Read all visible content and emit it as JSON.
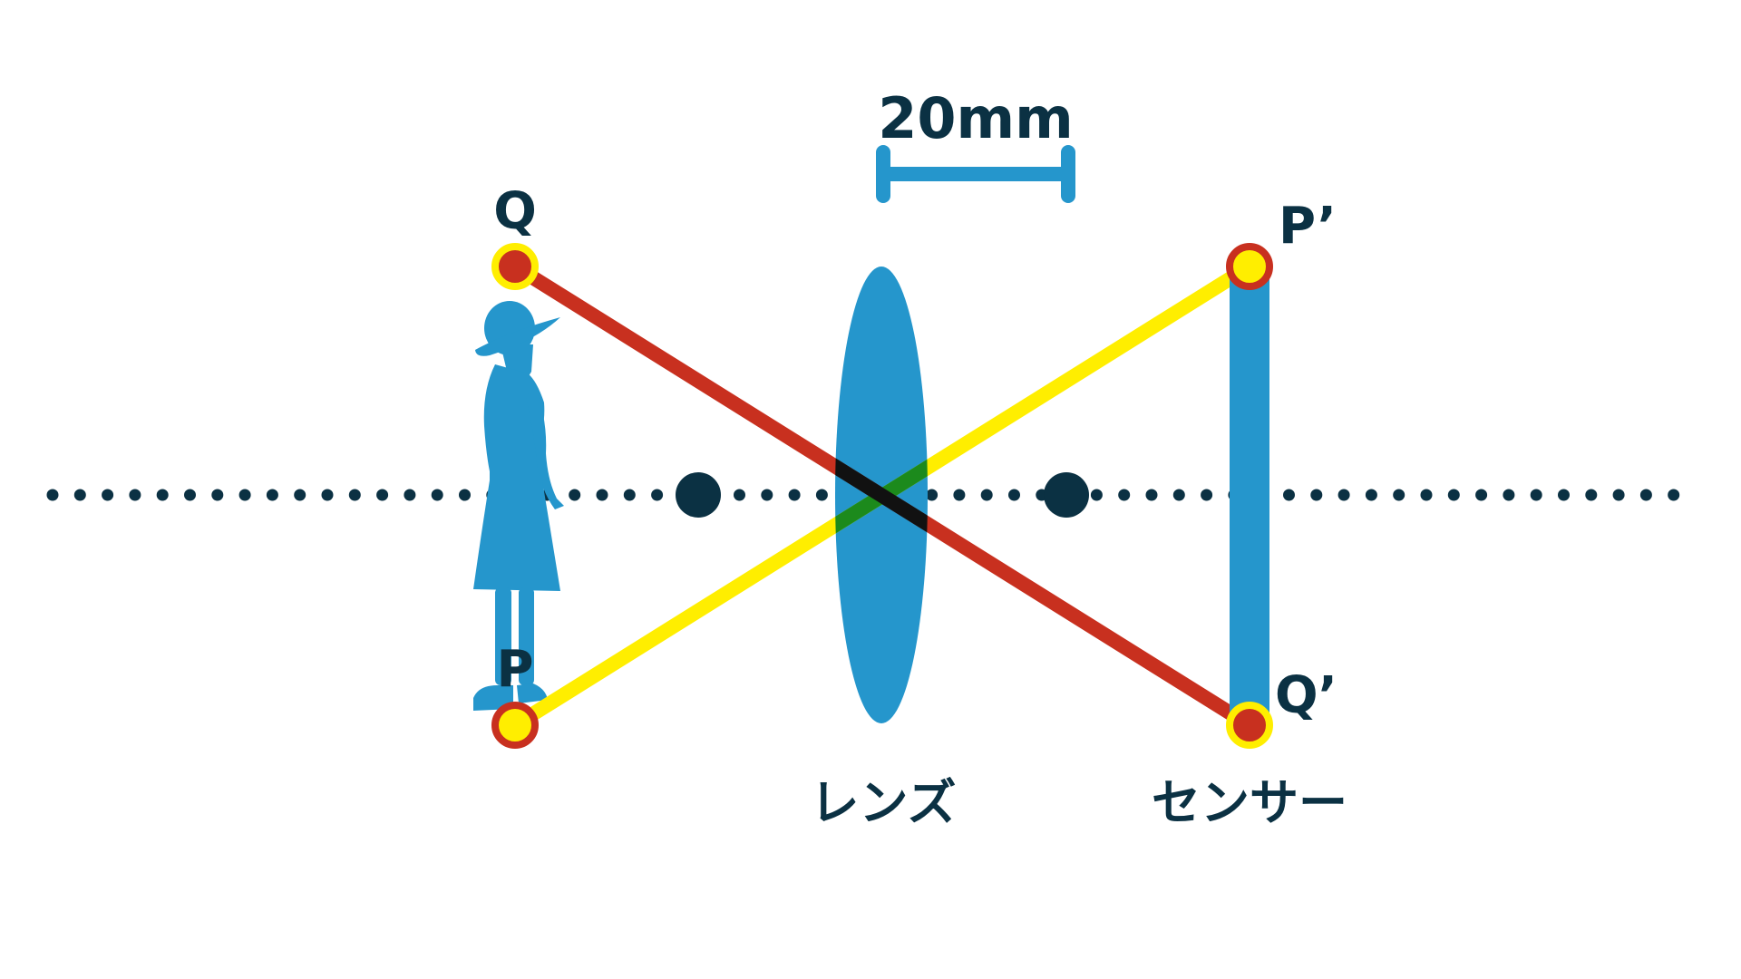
{
  "diagram": {
    "scale": {
      "label": "20mm"
    },
    "points": {
      "Q": "Q",
      "P": "P",
      "P_prime": "P’",
      "Q_prime": "Q’"
    },
    "labels": {
      "lens": "レンズ",
      "sensor": "センサー"
    },
    "colors": {
      "background": "#ffffff",
      "dark": "#0b3143",
      "blue": "#2596cc",
      "red": "#c8301f",
      "yellow": "#ffee00",
      "green": "#1c8a1c",
      "overlap": "#111111"
    }
  }
}
